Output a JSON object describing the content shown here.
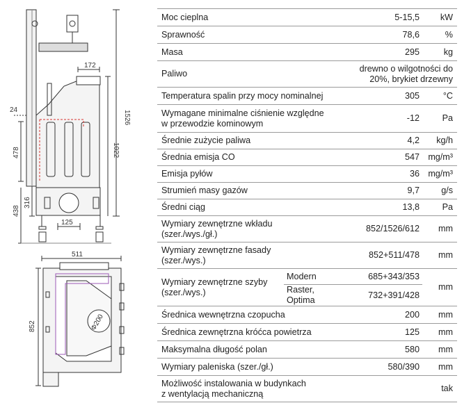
{
  "drawing": {
    "side_view": {
      "dim_top": "172",
      "dim_total_height": "1526",
      "dim_inner_height": "1022",
      "dim_left_24": "24",
      "dim_left_478": "478",
      "dim_left_316": "316",
      "dim_left_438": "438",
      "dim_bottom_125": "125"
    },
    "top_view": {
      "dim_width": "511",
      "dim_depth": "852",
      "flue_label": "Φ200"
    }
  },
  "specs": {
    "rows": [
      {
        "label": "Moc cieplna",
        "value": "5-15,5",
        "unit": "kW"
      },
      {
        "label": "Sprawność",
        "value": "78,6",
        "unit": "%"
      },
      {
        "label": "Masa",
        "value": "295",
        "unit": "kg"
      },
      {
        "label": "Paliwo",
        "value_line1": "drewno o wilgotności do",
        "value_line2": "20%, brykiet drzewny",
        "unit": ""
      },
      {
        "label": "Temperatura spalin przy mocy nominalnej",
        "value": "305",
        "unit": "°C"
      },
      {
        "label_line1": "Wymagane minimalne ciśnienie względne",
        "label_line2": "w przewodzie kominowym",
        "value": "-12",
        "unit": "Pa"
      },
      {
        "label": "Średnie zużycie paliwa",
        "value": "4,2",
        "unit": "kg/h"
      },
      {
        "label": "Średnia emisja CO",
        "value": "547",
        "unit": "mg/m³"
      },
      {
        "label": "Emisja pyłów",
        "value": "36",
        "unit": "mg/m³"
      },
      {
        "label": "Strumień masy gazów",
        "value": "9,7",
        "unit": "g/s"
      },
      {
        "label": "Średni ciąg",
        "value": "13,8",
        "unit": "Pa"
      },
      {
        "label_line1": "Wymiary zewnętrzne wkładu",
        "label_line2": "(szer./wys./gł.)",
        "value": "852/1526/612",
        "unit": "mm"
      },
      {
        "label_line1": "Wymiary zewnętrzne fasady",
        "label_line2": "(szer./wys.)",
        "value": "852+511/478",
        "unit": "mm"
      },
      {
        "label_line1": "Wymiary zewnętrzne szyby",
        "label_line2": "(szer./wys.)",
        "sub1": "Modern",
        "sub1_value": "685+343/353",
        "sub2": "Raster, Optima",
        "sub2_value": "732+391/428",
        "unit": "mm"
      },
      {
        "label": "Średnica wewnętrzna czopucha",
        "value": "200",
        "unit": "mm"
      },
      {
        "label": "Średnica zewnętrzna króćca powietrza",
        "value": "125",
        "unit": "mm"
      },
      {
        "label": "Maksymalna długość polan",
        "value": "580",
        "unit": "mm"
      },
      {
        "label": "Wymiary paleniska (szer./gł.)",
        "value": "580/390",
        "unit": "mm"
      },
      {
        "label_line1": "Możliwość instalowania w budynkach",
        "label_line2": "z wentylacją mechaniczną",
        "value": "",
        "unit": "tak"
      }
    ]
  }
}
